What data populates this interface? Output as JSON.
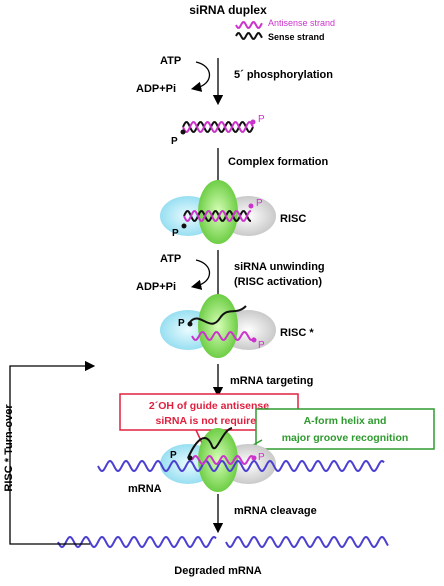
{
  "title": "siRNA duplex",
  "legend": {
    "antisense": "Antisense strand",
    "sense": "Sense strand"
  },
  "steps": {
    "phosphorylation": "5´ phosphorylation",
    "complex": "Complex formation",
    "unwinding_line1": "siRNA unwinding",
    "unwinding_line2": "(RISC activation)",
    "targeting": "mRNA targeting",
    "cleavage": "mRNA cleavage"
  },
  "cofactors": {
    "atp": "ATP",
    "adp": "ADP+Pi"
  },
  "labels": {
    "p": "P",
    "risc": "RISC",
    "risc_active": "RISC *",
    "mrna": "mRNA",
    "turnover": "RISC * Turn-over",
    "degraded": "Degraded mRNA"
  },
  "callouts": {
    "oh_line1": "2´OH of guide antisense",
    "oh_line2": "siRNA is not required",
    "aform_line1": "A-form helix  and",
    "aform_line2": "major groove recognition"
  },
  "colors": {
    "antisense": "#cc33cc",
    "sense": "#111111",
    "mrna": "#4b3fd0",
    "protein_blue": "#b8ecf7",
    "protein_green": "#8ee05a",
    "protein_gray": "#d9d9d9",
    "callout_red": "#e0203f",
    "callout_green": "#2f9a2f"
  }
}
